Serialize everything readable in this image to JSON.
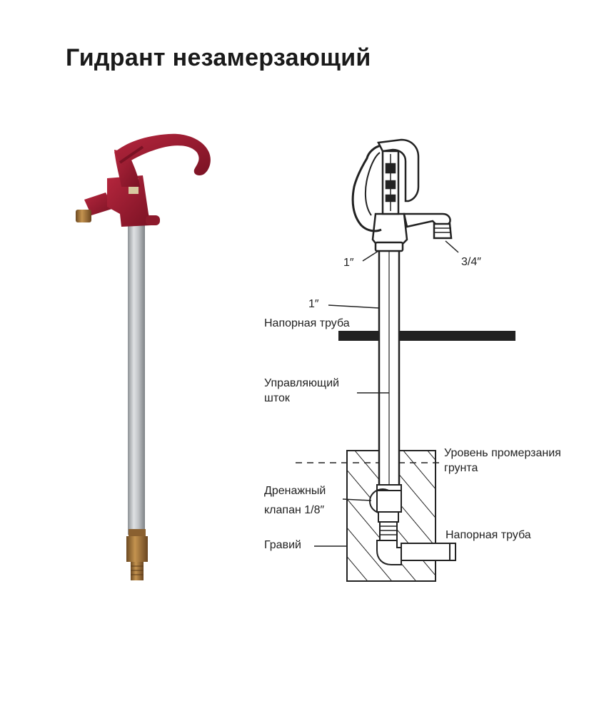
{
  "title": "Гидрант незамерзающий",
  "labels": {
    "top_pipe_size": "1″",
    "outlet_size": "3/4″",
    "pipe_size": "1″",
    "pressure_pipe": "Напорная труба",
    "control_rod_1": "Управляющий",
    "control_rod_2": "шток",
    "frost_level_1": "Уровень промерзания",
    "frost_level_2": "грунта",
    "drain_valve_1": "Дренажный",
    "drain_valve_2": "клапан 1/8″",
    "gravel": "Гравий",
    "inlet_pipe": "Напорная труба"
  },
  "colors": {
    "hydrant_head": "#9b1b30",
    "pipe": "#b9bcc0",
    "brass": "#a0733a",
    "ground": "#222222"
  },
  "icons": {
    "photo": "frost-free-hydrant-photo",
    "diagram": "hydrant-installation-diagram"
  }
}
